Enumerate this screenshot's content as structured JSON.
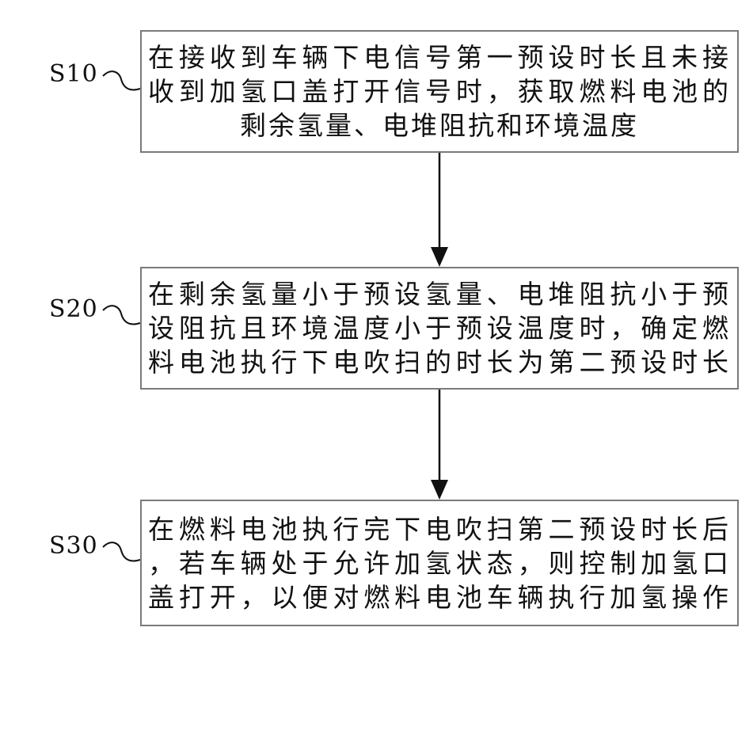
{
  "steps": [
    {
      "label": "S10",
      "lines": [
        "在接收到车辆下电信号第一预设时长且未接",
        "收到加氢口盖打开信号时，获取燃料电池的",
        "剩余氢量、电堆阻抗和环境温度"
      ]
    },
    {
      "label": "S20",
      "lines": [
        "在剩余氢量小于预设氢量、电堆阻抗小于预",
        "设阻抗且环境温度小于预设温度时，确定燃",
        "料电池执行下电吹扫的时长为第二预设时长"
      ]
    },
    {
      "label": "S30",
      "lines": [
        "在燃料电池执行完下电吹扫第二预设时长后",
        "，若车辆处于允许加氢状态，则控制加氢口",
        "盖打开，以便对燃料电池车辆执行加氢操作"
      ]
    }
  ],
  "colors": {
    "box_border": "#7a7a7a",
    "arrow": "#111111",
    "text": "#111111"
  }
}
